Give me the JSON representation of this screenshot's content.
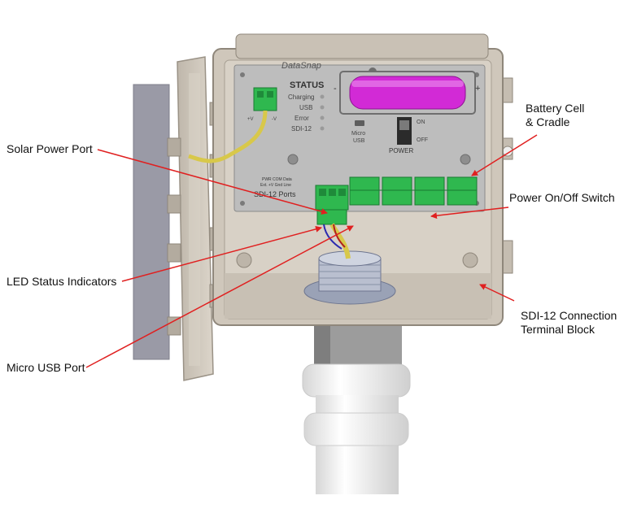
{
  "callouts": {
    "solar_power_port": "Solar Power Port",
    "led_status_indicators": "LED Status Indicators",
    "micro_usb_port": "Micro USB Port",
    "battery_cell_line1": "Battery Cell",
    "battery_cell_line2": "& Cradle",
    "power_switch": "Power On/Off Switch",
    "sdi12_block_line1": "SDI-12 Connection",
    "sdi12_block_line2": "Terminal Block"
  },
  "device": {
    "brand": "DataSnap",
    "status_heading": "STATUS",
    "status_items": [
      "Charging",
      "USB",
      "Error",
      "SDI-12"
    ],
    "micro_label_1": "Micro",
    "micro_label_2": "USB",
    "power_label": "POWER",
    "switch_on": "ON",
    "switch_off": "OFF",
    "solar_plus": "+V",
    "solar_minus": "-V",
    "battery_plus": "+",
    "battery_minus": "-",
    "terminal_pin_label_1": "PWR COM Data",
    "terminal_pin_label_2": "Ext. +V Gnd Line",
    "sdi12_ports_label": "SDI-12  Ports"
  },
  "colors": {
    "annotation_arrow": "#e02020",
    "enclosure": "#cfc7bb",
    "enclosure_dark": "#a79f93",
    "panel": "#bdbdbd",
    "terminal_green": "#2fb84f",
    "battery_magenta": "#d22ad6",
    "cable_yellow": "#d8c84a",
    "pipe_white": "#eeeeee",
    "mount_plate": "#9a9aa6"
  }
}
